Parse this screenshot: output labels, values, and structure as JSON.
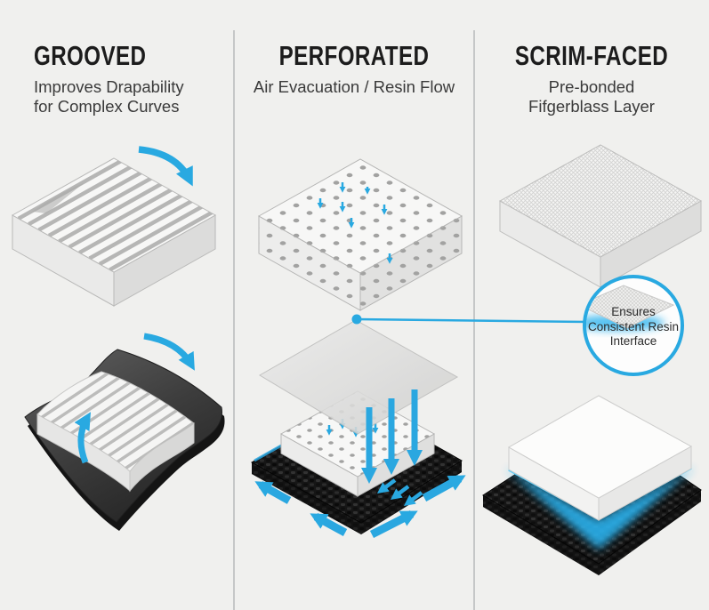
{
  "figure": {
    "columns": [
      {
        "title": "GROOVED",
        "subtitle": [
          "Improves Drapability",
          "for Complex Curves"
        ]
      },
      {
        "title": "PERFORATED",
        "subtitle": [
          "Air Evacuation / Resin Flow"
        ]
      },
      {
        "title": "SCRIM-FACED",
        "subtitle": [
          "Pre-bonded",
          "Fifgerblass Layer"
        ]
      }
    ],
    "callout": {
      "lines": [
        "Ensures",
        "Consistent Resin",
        "Interface"
      ]
    },
    "colors": {
      "accent": "#29a9e1",
      "glow": "#2cb2ee",
      "background": "#f0f0ee",
      "heading": "#1c1c1c",
      "subtitle": "#3a3a3a",
      "divider": "#c5c7c7",
      "carbon_black": "#161616",
      "foam_white": "#f7f7f6"
    },
    "icons": {
      "drape_arrow": "curved-arrow-down",
      "spring_arrow": "curved-arrow-up",
      "airflow_arrow": "arrow-down",
      "resin_flow_arrow": "arrow-diagonal",
      "connector_dot": "dot"
    }
  }
}
